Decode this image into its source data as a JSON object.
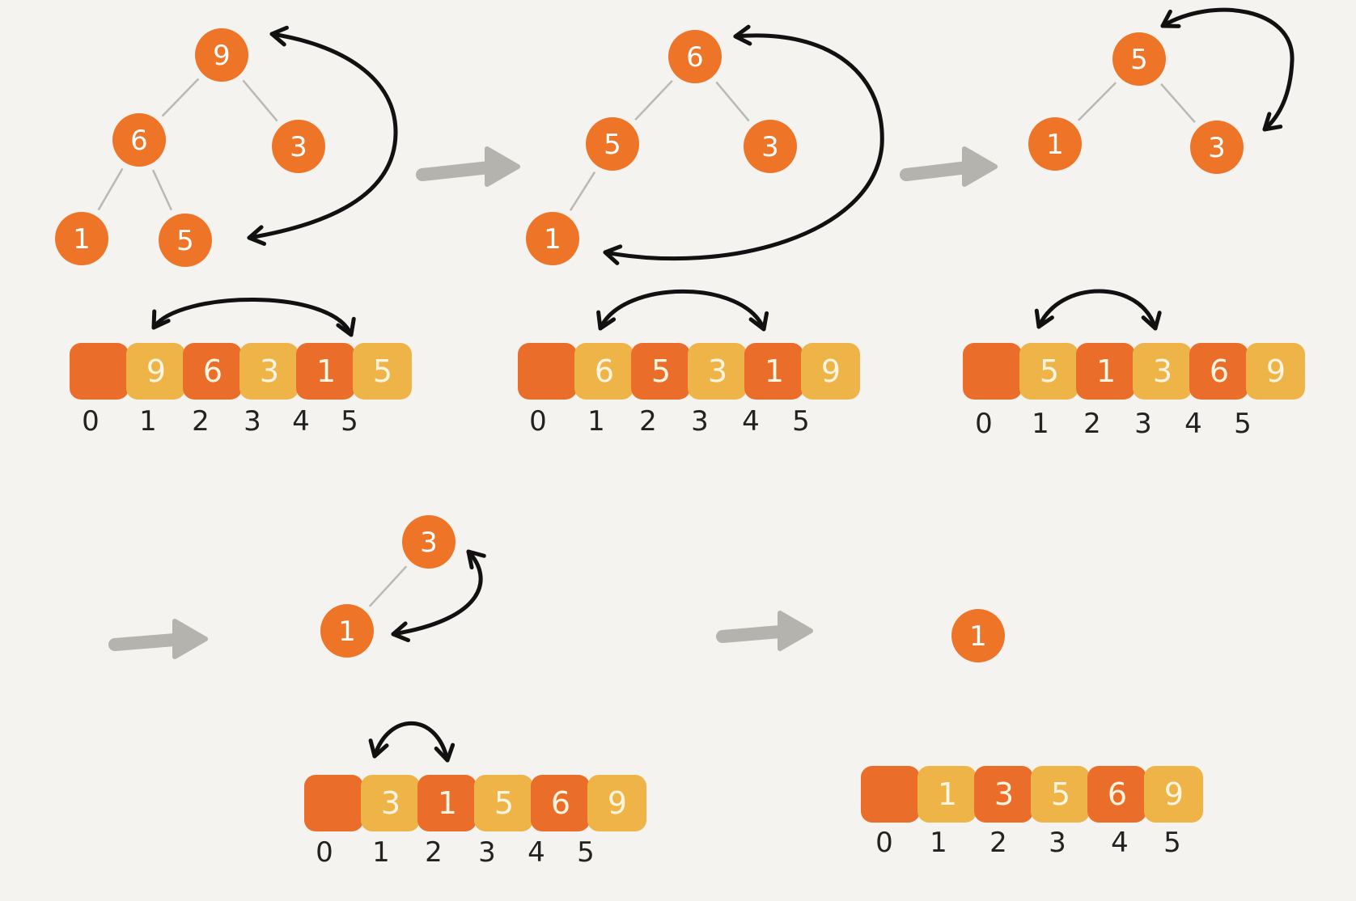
{
  "colors": {
    "background": "#f4f3ef",
    "node": "#ee7428",
    "cell_dark": "#ea6e2a",
    "cell_light": "#efb447",
    "arrow_gray": "#b4b3ad",
    "swap_arrow": "#111111"
  },
  "steps": [
    {
      "nodes": [
        {
          "label": "9"
        },
        {
          "label": "6"
        },
        {
          "label": "3"
        },
        {
          "label": "1"
        },
        {
          "label": "5"
        }
      ],
      "array": [
        "",
        "9",
        "6",
        "3",
        "1",
        "5"
      ]
    },
    {
      "nodes": [
        {
          "label": "6"
        },
        {
          "label": "5"
        },
        {
          "label": "3"
        },
        {
          "label": "1"
        }
      ],
      "array": [
        "",
        "6",
        "5",
        "3",
        "1",
        "9"
      ]
    },
    {
      "nodes": [
        {
          "label": "5"
        },
        {
          "label": "1"
        },
        {
          "label": "3"
        }
      ],
      "array": [
        "",
        "5",
        "1",
        "3",
        "6",
        "9"
      ]
    },
    {
      "nodes": [
        {
          "label": "3"
        },
        {
          "label": "1"
        }
      ],
      "array": [
        "",
        "3",
        "1",
        "5",
        "6",
        "9"
      ]
    },
    {
      "nodes": [
        {
          "label": "1"
        }
      ],
      "array": [
        "",
        "1",
        "3",
        "5",
        "6",
        "9"
      ]
    }
  ],
  "indices": [
    "0",
    "1",
    "2",
    "3",
    "4",
    "5"
  ]
}
